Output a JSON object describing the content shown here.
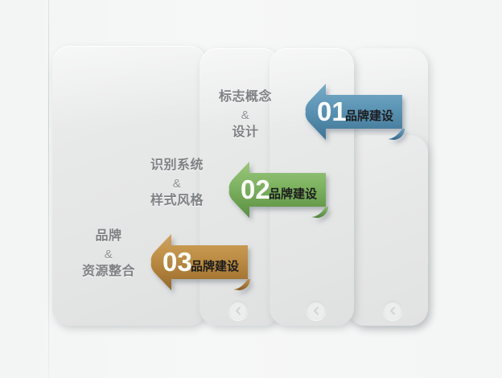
{
  "slide": {
    "background_color": "#f5f6f6",
    "card_color": "#e6e7e7"
  },
  "cards": [
    {
      "name": "card-1"
    },
    {
      "name": "card-2"
    },
    {
      "name": "card-3"
    },
    {
      "name": "card-4"
    }
  ],
  "captions": [
    {
      "line1": "品牌",
      "amp": "&",
      "line2": "资源整合"
    },
    {
      "line1": "识别系统",
      "amp": "&",
      "line2": "样式风格"
    },
    {
      "line1": "标志概念",
      "amp": "&",
      "line2": "设计"
    }
  ],
  "arrows": [
    {
      "number": "01",
      "label": "品牌建设",
      "color": "#5b94b5",
      "color_light": "#79abc6",
      "color_dark": "#3f7494"
    },
    {
      "number": "02",
      "label": "品牌建设",
      "color": "#7cb25f",
      "color_light": "#95c174",
      "color_dark": "#5c9042"
    },
    {
      "number": "03",
      "label": "品牌建设",
      "color": "#bc8c43",
      "color_light": "#cda05a",
      "color_dark": "#976c2b"
    }
  ],
  "nav_buttons": [
    {
      "icon": "chevron-left-icon"
    },
    {
      "icon": "chevron-left-icon"
    },
    {
      "icon": "chevron-left-icon"
    }
  ]
}
